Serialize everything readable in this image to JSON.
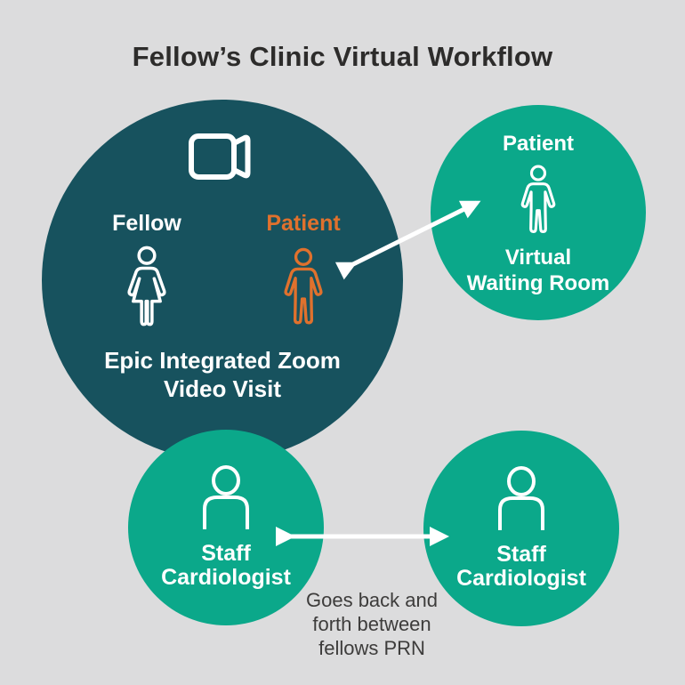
{
  "title": "Fellow’s Clinic Virtual Workflow",
  "main_circle": {
    "fellow_label": "Fellow",
    "patient_label": "Patient",
    "caption_line1": "Epic Integrated Zoom",
    "caption_line2": "Video Visit"
  },
  "waiting_circle": {
    "patient_label": "Patient",
    "caption_line1": "Virtual",
    "caption_line2": "Waiting Room"
  },
  "staff_left_circle": {
    "label_line1": "Staff",
    "label_line2": "Cardiologist"
  },
  "staff_right_circle": {
    "label_line1": "Staff",
    "label_line2": "Cardiologist"
  },
  "note": {
    "line1": "Goes back and",
    "line2": "forth between",
    "line3": "fellows PRN"
  },
  "arrows": [
    {
      "name": "visit-waiting-arrow",
      "type": "double-headed",
      "from": "epic-integrated-zoom-video-visit",
      "to": "virtual-waiting-room"
    },
    {
      "name": "staff-staff-arrow",
      "type": "double-headed",
      "from": "staff-cardiologist-left",
      "to": "staff-cardiologist-right"
    }
  ],
  "icons": {
    "camera": "video-camera-icon",
    "fellow": "female-person-icon",
    "patient": "male-person-icon",
    "staff": "person-bust-icon"
  },
  "colors": {
    "background": "#dcdcdd",
    "dark_circle": "#17525e",
    "green_circle": "#0ba88a",
    "patient_orange": "#e0712d",
    "title_text": "#2d2c2b",
    "note_text": "#3d3c3b",
    "icon_and_label_white": "#ffffff"
  }
}
